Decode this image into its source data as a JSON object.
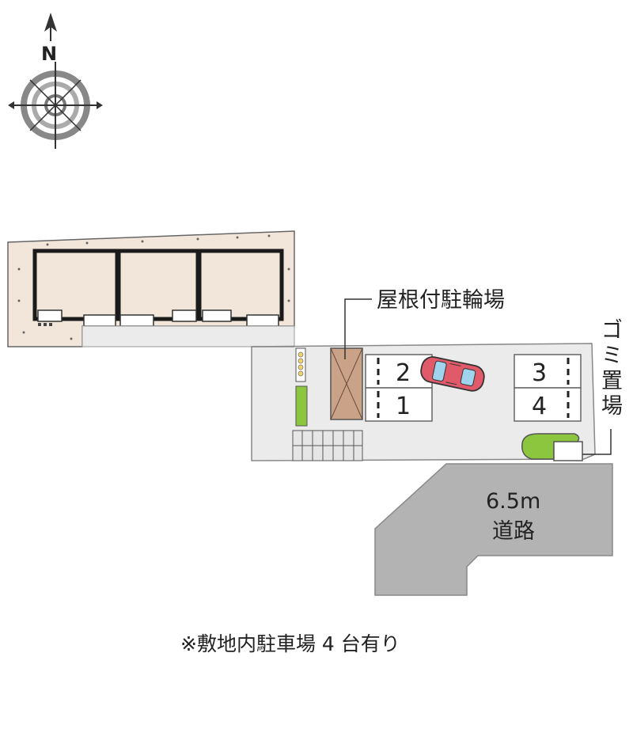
{
  "compass": {
    "north_label": "N"
  },
  "labels": {
    "bicycle_parking": "屋根付駐輪場",
    "garbage_area": [
      "ゴ",
      "ミ",
      "置",
      "場"
    ],
    "road_width": "6.5m",
    "road": "道路"
  },
  "parking_spaces": [
    "1",
    "2",
    "3",
    "4"
  ],
  "footer_note": "※敷地内駐車場 4 台有り",
  "colors": {
    "building_fill": "#f2e6da",
    "lot": "#ebebeb",
    "road": "#b3b3b3",
    "bike_roof": "#c9a287",
    "greenery": "#8cc63f",
    "car": "#e05a6a"
  }
}
